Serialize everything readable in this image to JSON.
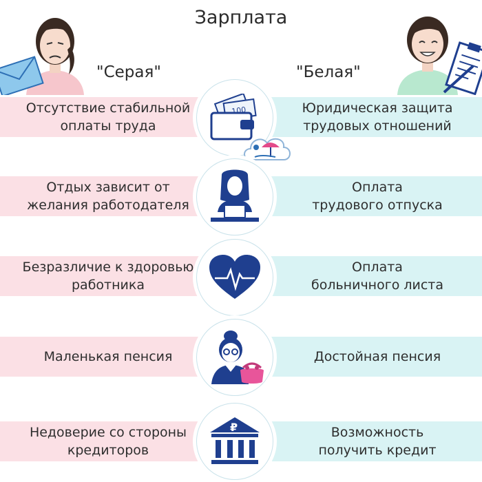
{
  "title": "Зарплата",
  "headers": {
    "gray": "\"Серая\"",
    "white": "\"Белая\""
  },
  "rows": [
    {
      "gray": [
        "Отсутствие стабильной",
        "оплаты труда"
      ],
      "white": [
        "Юридическая защита",
        "трудовых отношений"
      ],
      "icon": "wallet-money-icon"
    },
    {
      "gray": [
        "Отдых зависит от",
        "желания работодателя"
      ],
      "white": [
        "Оплата",
        "трудового отпуска"
      ],
      "icon": "woman-laptop-vacation-icon"
    },
    {
      "gray": [
        "Безразличие к здоровью",
        "работника"
      ],
      "white": [
        "Оплата",
        "больничного листа"
      ],
      "icon": "heart-pulse-icon"
    },
    {
      "gray": [
        "Маленькая пенсия"
      ],
      "white": [
        "Достойная пенсия"
      ],
      "icon": "old-woman-purse-icon"
    },
    {
      "gray": [
        "Недоверие со стороны",
        "кредиторов"
      ],
      "white": [
        "Возможность",
        "получить кредит"
      ],
      "icon": "bank-ruble-icon"
    }
  ],
  "colors": {
    "gray_band": "#fbe0e5",
    "white_band": "#d9f3f4",
    "icon_navy": "#1f3f8f"
  }
}
